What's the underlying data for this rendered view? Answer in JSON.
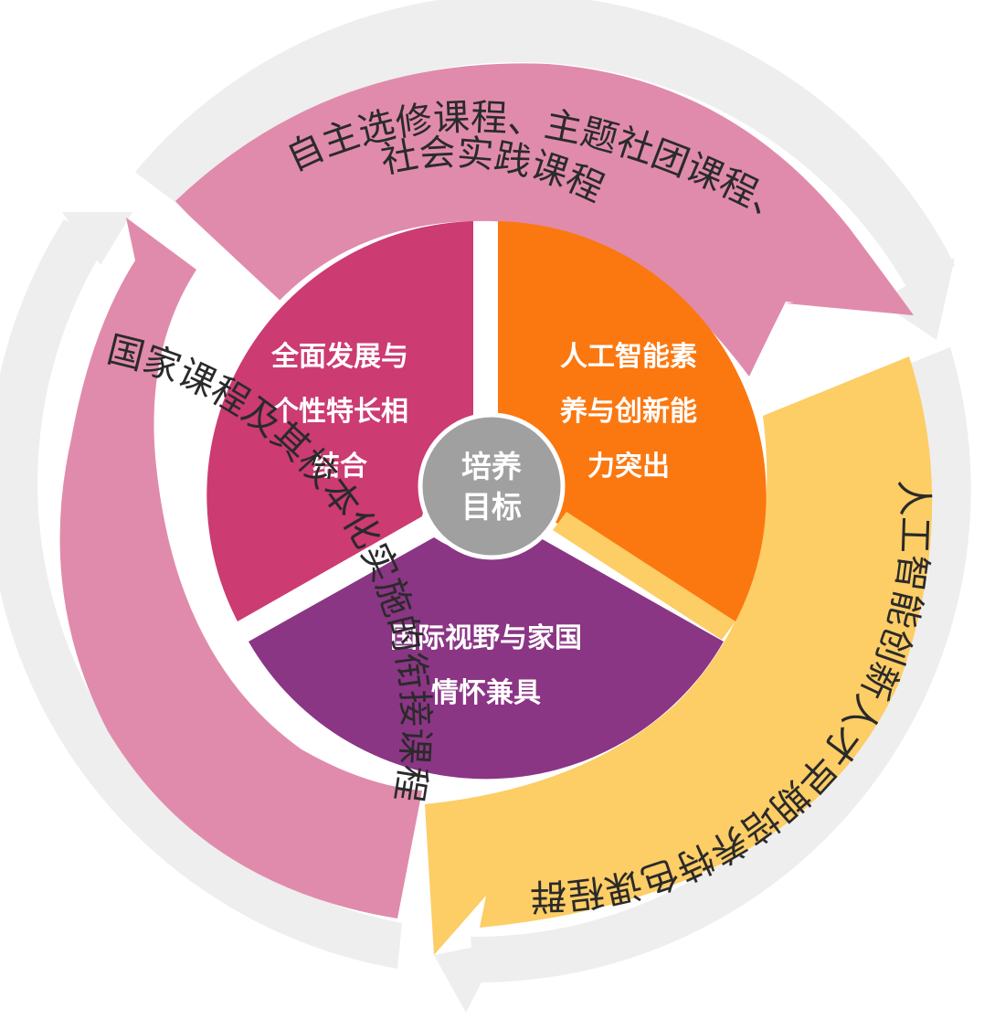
{
  "center": {
    "line1": "培养",
    "line2": "目标"
  },
  "inner_segments": {
    "comprehensive": {
      "lines": [
        "全面发展与",
        "个性特长相",
        "结合"
      ],
      "color": "#cc3b72"
    },
    "ai": {
      "lines": [
        "人工智能素",
        "养与创新能",
        "力突出"
      ],
      "color": "#fb7810"
    },
    "international": {
      "lines": [
        "国际视野与家国",
        "情怀兼具"
      ],
      "color": "#8b3585"
    }
  },
  "outer_arcs": {
    "top": {
      "line1": "自主选修课程、主题社团课程、",
      "line2": "社会实践课程",
      "color": "#e08bab"
    },
    "right": {
      "text": "人工智能创新人才早期培养特色课程群",
      "color": "#fdcd66"
    },
    "left": {
      "text": "国家课程及其校本化实施的衔接课程",
      "color": "#e08bab"
    }
  },
  "colors": {
    "outer_ring": "#eeeeee",
    "center_fill": "#a0a0a0",
    "gap": "#f5c0d4"
  }
}
